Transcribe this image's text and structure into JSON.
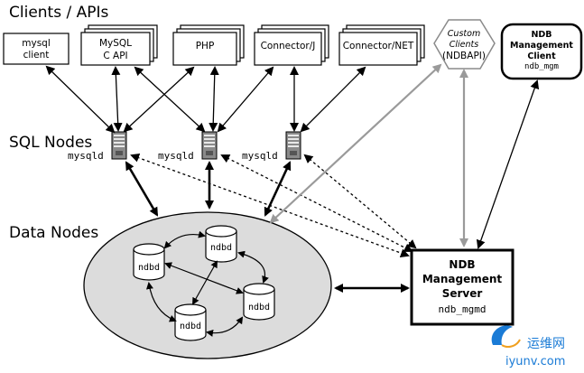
{
  "sections": {
    "clients": "Clients / APIs",
    "sql_nodes": "SQL Nodes",
    "data_nodes": "Data Nodes"
  },
  "clients": {
    "mysql_client": [
      "mysql",
      "client"
    ],
    "mysql_capi": [
      "MySQL",
      "C API"
    ],
    "php": "PHP",
    "connector_j": "Connector/J",
    "connector_net": "Connector/NET"
  },
  "custom_clients": [
    "Custom",
    "Clients",
    "(NDBAPI)"
  ],
  "ndb_mgmt_client": [
    "NDB",
    "Management",
    "Client",
    "ndb_mgm"
  ],
  "sql_node_label": "mysqld",
  "data_node_label": "ndbd",
  "mgmt_server": [
    "NDB",
    "Management",
    "Server",
    "ndb_mgmd"
  ],
  "watermark": {
    "cn": "运维网",
    "url": "iyunv.com"
  },
  "colors": {
    "ellipse_fill": "#dcdcdc",
    "gray_arrow": "#9a9a9a",
    "watermark_blue": "#1a7bd6"
  }
}
